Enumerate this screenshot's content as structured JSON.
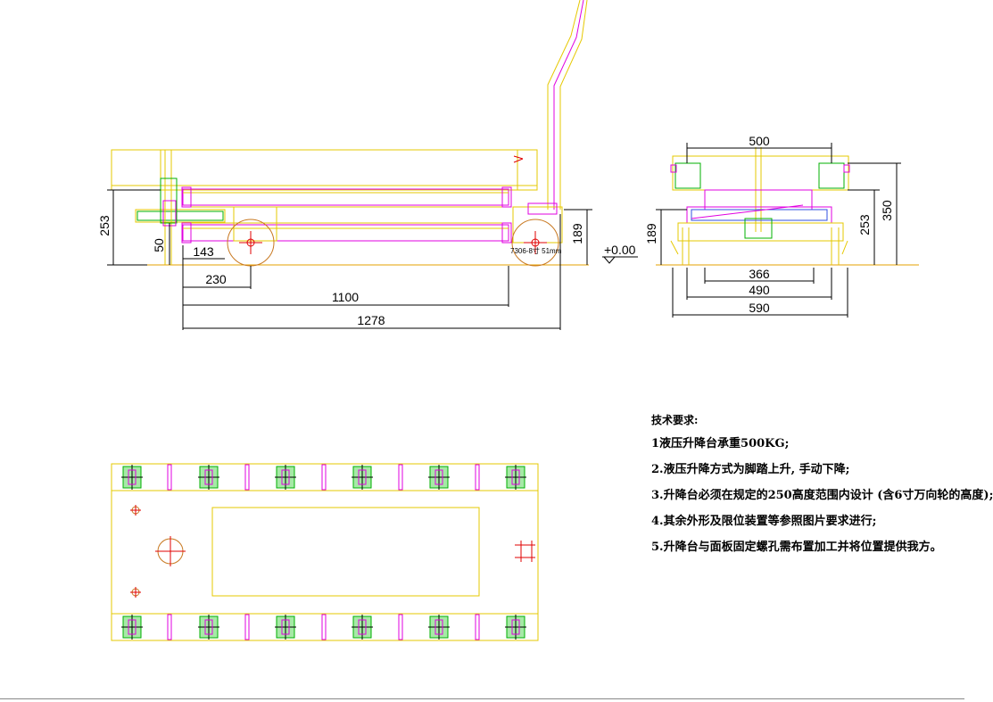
{
  "dimensions": {
    "side_view": {
      "height_253": "253",
      "height_50": "50",
      "len_143": "143",
      "len_230": "230",
      "len_1100": "1100",
      "len_1278": "1278",
      "height_189": "189",
      "wheel_label": "7306-8寸 51mm",
      "datum": "+0.00"
    },
    "front_view": {
      "width_500": "500",
      "height_189": "189",
      "height_253": "253",
      "height_350": "350",
      "width_366": "366",
      "width_490": "490",
      "width_590": "590"
    }
  },
  "notes": {
    "title": "技术要求:",
    "items": [
      "1液压升降台承重500KG;",
      "2.液压升降方式为脚踏上升, 手动下降;",
      "3.升降台必须在规定的250高度范围内设计 (含6寸万向轮的高度);",
      "4.其余外形及限位装置等参照图片要求进行;",
      "5.升降台与面板固定螺孔需布置加工并将位置提供我方。"
    ]
  },
  "colors": {
    "yellow": "#e6c800",
    "magenta": "#e000e0",
    "red": "#e00000",
    "green": "#00b000",
    "orange": "#c87820",
    "black": "#000000"
  }
}
